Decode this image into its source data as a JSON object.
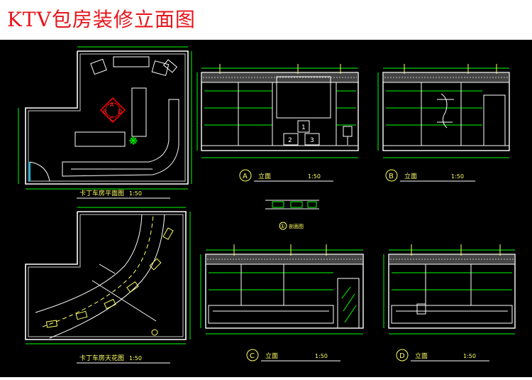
{
  "page": {
    "title": "KTV包房装修立面图"
  },
  "colors": {
    "background": "#000000",
    "title": "#e8141b",
    "line_main": "#ffffff",
    "line_detail": "#00ff00",
    "label": "#ffff66",
    "accent": "#ff0000"
  },
  "plans": {
    "floor_plan": {
      "caption": "卡丁车房平面图",
      "scale": "1:50"
    },
    "ceiling_plan": {
      "caption": "卡丁车房天花图",
      "scale": "1:50"
    }
  },
  "compass": {
    "a": "A",
    "b": "B",
    "c": "C",
    "d": "D"
  },
  "cabinet_numbers": [
    "1",
    "2",
    "3"
  ],
  "elevations": [
    {
      "id": "A",
      "label": "立面",
      "scale": "1:50"
    },
    {
      "id": "B",
      "label": "立面",
      "scale": "1:50"
    },
    {
      "id": "C",
      "label": "立面",
      "scale": "1:50"
    },
    {
      "id": "D",
      "label": "立面",
      "scale": "1:50"
    }
  ],
  "detail": {
    "id": "①",
    "label": "剖面图"
  }
}
